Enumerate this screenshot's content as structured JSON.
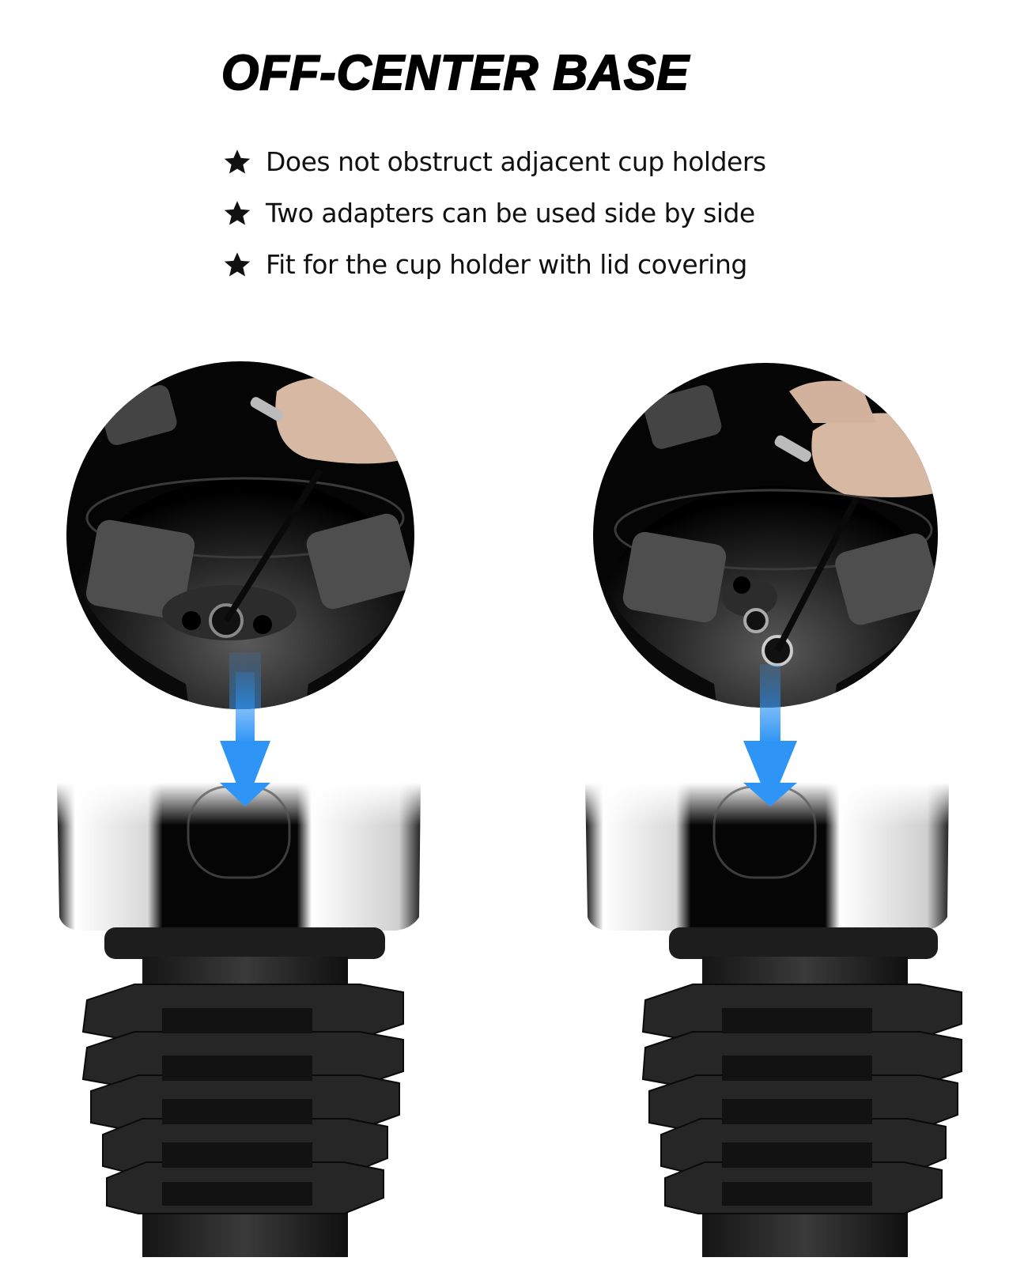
{
  "header": {
    "title": "OFF-CENTER BASE"
  },
  "features": [
    {
      "icon": "star-icon",
      "text": "Does not obstruct adjacent cup holders"
    },
    {
      "icon": "star-icon",
      "text": "Two adapters can be used side by side"
    },
    {
      "icon": "star-icon",
      "text": "Fit for the cup holder with lid covering"
    }
  ],
  "illustrations": [
    {
      "name": "left-adapter",
      "screw_position": "center",
      "arrow_color": "#2e94f5"
    },
    {
      "name": "right-adapter",
      "screw_position": "offset",
      "arrow_color": "#2e94f5"
    }
  ],
  "colors": {
    "accent": "#2e94f5",
    "text": "#111111",
    "background": "#ffffff"
  }
}
